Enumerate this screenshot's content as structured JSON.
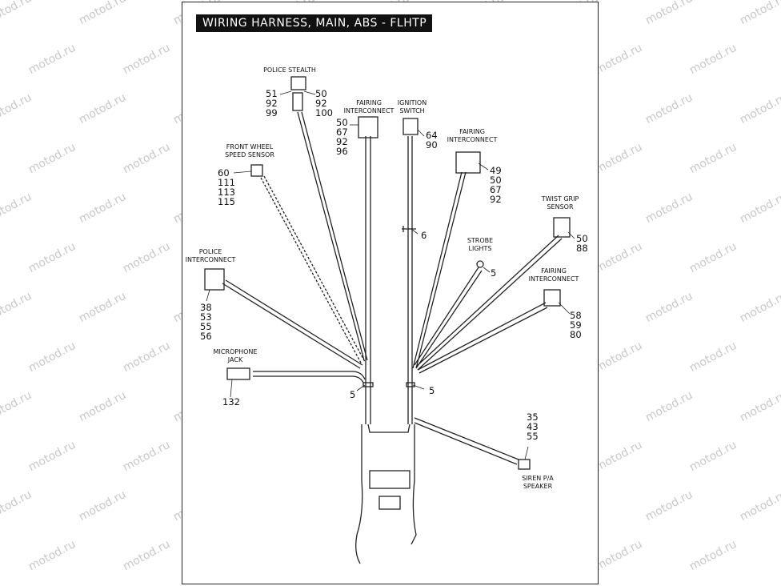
{
  "title": "WIRING HARNESS, MAIN, ABS - FLHTP",
  "watermark": "motod.ru",
  "labels": {
    "police_stealth": "POLICE STEALTH",
    "fairing_interconnect_1": [
      "FAIRING",
      "INTERCONNECT"
    ],
    "ignition_switch": [
      "IGNITION",
      "SWITCH"
    ],
    "fairing_interconnect_2": [
      "FAIRING",
      "INTERCONNECT"
    ],
    "front_wheel_speed_sensor": [
      "FRONT WHEEL",
      "SPEED SENSOR"
    ],
    "twist_grip_sensor": [
      "TWIST GRIP",
      "SENSOR"
    ],
    "strobe_lights": [
      "STROBE",
      "LIGHTS"
    ],
    "police_interconnect": [
      "POLICE",
      "INTERCONNECT"
    ],
    "fairing_interconnect_3": [
      "FAIRING",
      "INTERCONNECT"
    ],
    "microphone_jack": [
      "MICROPHONE",
      "JACK"
    ],
    "siren_pa_speaker": [
      "SIREN P/A",
      "SPEAKER"
    ]
  },
  "callouts": {
    "police_stealth_left": [
      "51",
      "92",
      "99"
    ],
    "police_stealth_right": [
      "50",
      "92",
      "100"
    ],
    "fairing_interconnect_1": [
      "50",
      "67",
      "92",
      "96"
    ],
    "ignition_switch": [
      "64",
      "90"
    ],
    "fairing_interconnect_2": [
      "49",
      "50",
      "67",
      "92"
    ],
    "front_wheel_speed_sensor": [
      "60",
      "111",
      "113",
      "115"
    ],
    "tie_wrap": [
      "6"
    ],
    "twist_grip_sensor": [
      "50",
      "88"
    ],
    "strobe_lights": [
      "5"
    ],
    "police_interconnect": [
      "38",
      "53",
      "55",
      "56"
    ],
    "fairing_interconnect_3": [
      "58",
      "59",
      "80"
    ],
    "microphone_jack": [
      "132"
    ],
    "clip_left": [
      "5"
    ],
    "clip_right": [
      "5"
    ],
    "siren_pa_speaker": [
      "35",
      "43",
      "55"
    ]
  }
}
